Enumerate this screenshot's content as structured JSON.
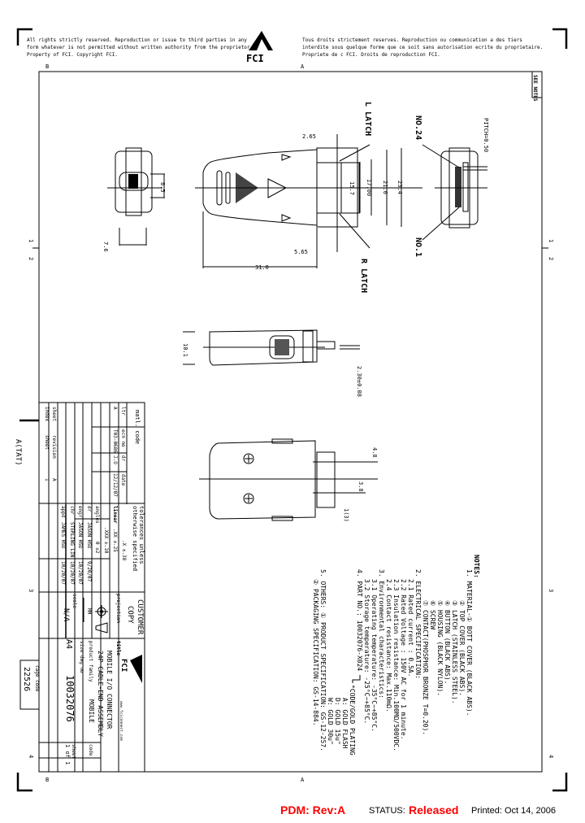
{
  "header": {
    "left_lines": [
      "All rights strictly reserved. Reproduction or issue to third parties in any",
      "form whatever is not permitted without written authority from the proprietor.",
      "Property of FCI. Copyright FCI."
    ],
    "right_lines": [
      "Tous droits strictement reserves. Reproduction ou communication a des tiers",
      "interdite sous quelque forme que ce soit sans autorisation ecrite du proprietaire.",
      "Propriete de c FCI. Droits de reproduction FCI."
    ],
    "logo": "FCI"
  },
  "frame": {
    "zone_top_left": "B",
    "zone_top_mid": "A",
    "zone_bottom_left": "B",
    "zone_bottom_mid": "A",
    "rows": [
      "1",
      "2",
      "3",
      "4"
    ],
    "see_notes": "SEE NOTES",
    "side_label": "A(TAT)"
  },
  "dimensions": {
    "d8_5": "8.5",
    "d7_6": "7.6",
    "d2_65": "2.65",
    "l_latch": "L LATCH",
    "d15_7": "15.7",
    "d17_00": "17.00",
    "d21_0": "21.0",
    "d23_4": "23.4",
    "d5_65": "5.65",
    "d31_0": "31.0",
    "r_latch": "R LATCH",
    "no24": "NO.24",
    "no1": "NO.1",
    "pitch": "PITCH=0.50",
    "d10_1": "10.1",
    "d2_30": "2.30±0.08",
    "d4_8": "4.8",
    "d3_8": "3.8",
    "d1_3": "1(3)"
  },
  "notes": {
    "title": "NOTES:",
    "n1": "1. MATERIAL-① BOTT COVER (BLACK ABS).",
    "n1_2": "② TOP COVER (BLACK ABS).",
    "n1_3": "③ LATCH (STAINLESS STEEL).",
    "n1_4": "④ BUTTON (BLACK ABS).",
    "n1_5": "⑤ HOUSING (BLACK NYLON).",
    "n1_6": "⑥ SCREW",
    "n1_7": "⑦ CONTACT(PHOSPHOR BRONZE T=0.20).",
    "n2": "2. ELECTRICAL SPECIFICATION:",
    "n2_1": "2.1 Rated current : 0.5A.",
    "n2_2": "2.2 Rated Voltage : 150V AC for 1 minute.",
    "n2_3": "2.3 Insulation resistance: Min.100MΩ/500VDC.",
    "n2_4": "2.4 Contact resistance: Max.110mΩ.",
    "n3": "3. Environmental characteristics:",
    "n3_1": "3.1 Operating temperature: -35°C~+85°C.",
    "n3_2": "3.2 Storage temperature: -25°C~+85°C.",
    "n4": "4. PART NO.: 10032076-X024",
    "code_title": "*CODE/GOLD PLATING",
    "code_a": "A: GOLD FLASH",
    "code_d": "D: GOLD 15u\"",
    "code_w": "W: GOLD 30u\"",
    "n5": "5. OTHERS: ① PRODUCT SPECIFICATION: GS-12-257.",
    "n5_2": "② PACKAGING SPECIFICATION: GS-14-884."
  },
  "title_block": {
    "matl_code": "matl. code",
    "tolerances": "tolerances unless",
    "otherwise": "otherwise specified",
    "ltr_label": "ltr",
    "ecn_label": "ecn no",
    "dr_label": "dr",
    "date_label": "date",
    "rev": {
      "ltr": "A",
      "ecn": "T03-0686",
      "dr": "J.O",
      "date": "12/12/07"
    },
    "linear": "linear",
    "tol_x": ".X ±.38",
    "tol_xx": ".XX ±.25",
    "tol_xxx": ".XXX ±.10",
    "angles": "angles",
    "tol_ang": "0 ±2",
    "signoffs": [
      {
        "role": "dr",
        "name": "JASON HSU",
        "date": "9/20/07"
      },
      {
        "role": "engr",
        "name": "JASON HSU",
        "date": "10/20/07"
      },
      {
        "role": "chr",
        "name": "STERLING LIN",
        "date": "10/20/07"
      },
      {
        "role": "appd",
        "name": "JAMES HSU",
        "date": "10/20/07"
      }
    ],
    "sheet_index": "sheet",
    "index": "index",
    "sheet": "sheet",
    "revision": "revision",
    "rev_value": "A",
    "sheet_value": "1",
    "customer": "CUSTOMER",
    "copy": "COPY",
    "projection": "projection",
    "units": "MM",
    "scale_label": "scale",
    "scale": "N/A",
    "title_label": "title",
    "title_line1": "MOBILE I/O CONNECTOR",
    "title_line2": "24P CABLE-END ASSEMBLY",
    "logo": "FCI",
    "website": "www.fciconnect.com",
    "product_family_label": "product family",
    "product_family": "MOBILE",
    "size_label": "size",
    "dwg_no_label": "dwg no",
    "size": "A4",
    "dwg_no": "10032076",
    "code_label": "code",
    "code": "-",
    "sheet_of": "sheet",
    "sheet_of_value": "1 of 1",
    "cage_code_label": "cage code",
    "cage_code": "22526"
  },
  "status_bar": {
    "pdm": "PDM: Rev:A",
    "status_label": "STATUS:",
    "status": "Released",
    "printed": "Printed: Oct 14, 2006",
    "accent": "#ff0000"
  }
}
